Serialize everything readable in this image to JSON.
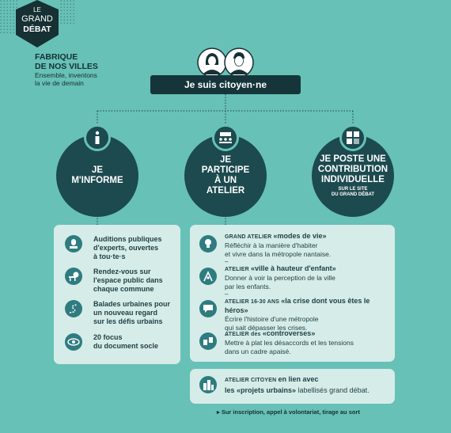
{
  "logo": {
    "line1": "LE",
    "line2": "GRAND",
    "line3": "DÉBAT"
  },
  "org": {
    "title_line1": "FABRIQUE",
    "title_line2": "DE NOS VILLES",
    "tagline_line1": "Ensemble, inventons",
    "tagline_line2": "la vie de demain"
  },
  "header": {
    "label": "Je suis citoyen·ne",
    "icon": "two-people-icon"
  },
  "branches": [
    {
      "label": "JE\nM'INFORME",
      "icon": "info-icon"
    },
    {
      "label": "JE\nPARTICIPE\nÀ UN\nATELIER",
      "icon": "meeting-icon"
    },
    {
      "label": "JE POSTE UNE\nCONTRIBUTION\nINDIVIDUELLE",
      "sub": "SUR LE SITE\nDU GRAND DÉBAT",
      "icon": "puzzle-icon"
    }
  ],
  "inform_items": [
    {
      "text": "Auditions publiques\nd'experts, ouvertes\nà tou·te·s",
      "icon": "microphone-icon"
    },
    {
      "text": "Rendez-vous sur\nl'espace public dans\nchaque commune",
      "icon": "bench-icon"
    },
    {
      "text": "Balades urbaines pour\nun nouveau regard\nsur les défis urbains",
      "icon": "path-icon"
    },
    {
      "text": "20 focus\ndu document socle",
      "icon": "eye-icon"
    }
  ],
  "workshops": [
    {
      "prefix": "GRAND ATELIER ",
      "title": "«modes de vie»",
      "body": "Réfléchir à la manière d'habiter\net vivre dans la métropole nantaise.",
      "icon": "lightbulb-icon"
    },
    {
      "prefix": "ATELIER ",
      "title": "«ville à hauteur d'enfant»",
      "body": "Donner à voir la perception de la ville\npar les enfants.",
      "icon": "playground-icon"
    },
    {
      "prefix": "ATELIER 16-30 ANS ",
      "title": "«la crise dont vous êtes le héros»",
      "body": "Écrire l'histoire d'une métropole\nqui sait dépasser les crises.",
      "icon": "speech-bubble-icon"
    },
    {
      "prefix": "ATELIER des ",
      "title": "«controverses»",
      "body": "Mettre à plat les désaccords et les tensions\ndans un cadre apaisé.",
      "icon": "thumbs-icon"
    }
  ],
  "citizen_workshop": {
    "prefix": "ATELIER CITOYEN ",
    "text1": "en lien avec",
    "title": "les «projets urbains»",
    "text2": " labellisés grand débat.",
    "icon": "buildings-icon"
  },
  "footnote": "▸ Sur inscription, appel à volontariat, tirage au sort",
  "dash": "–",
  "colors": {
    "background": "#67c1b6",
    "dark": "#1c4a4f",
    "panel": "#d6ece8",
    "icon_bg": "#2e7c80"
  }
}
